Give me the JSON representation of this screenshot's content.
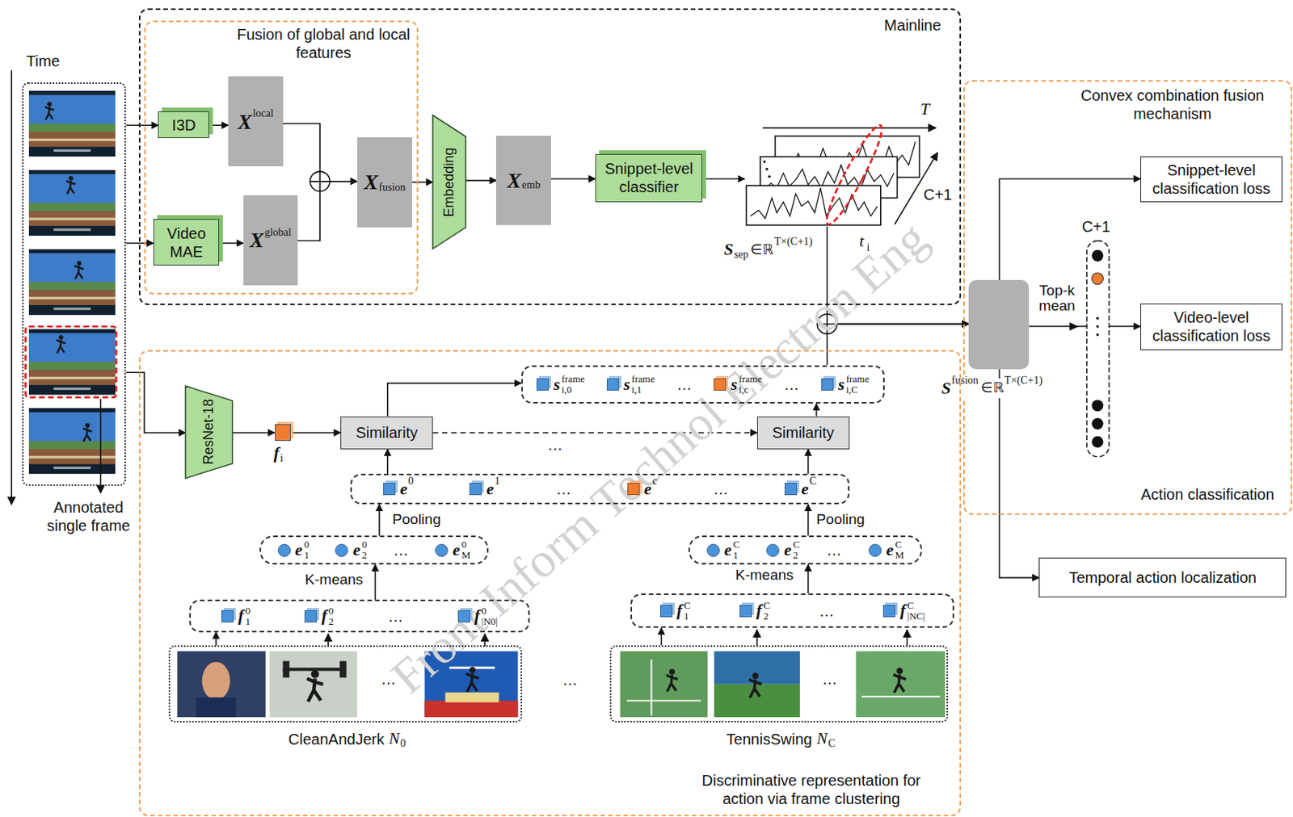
{
  "diagram": {
    "nodes": [
      {
        "text": [
          "Annotated single frame"
        ]
      },
      {
        "text": [
          "Mainline"
        ]
      },
      {
        "text": [
          "Fusion of global and local features"
        ],
        "in": 1
      },
      {
        "text": [
          "I3D"
        ],
        "in": 2
      },
      {
        "text": [
          "X",
          "local"
        ],
        "in": 2
      },
      {
        "text": [
          "Video MAE"
        ],
        "in": 2
      },
      {
        "text": [
          "X",
          "global"
        ],
        "in": 2
      },
      {
        "text": [
          "X",
          "fusion"
        ],
        "in": 2
      },
      {
        "text": [
          "Embedding"
        ],
        "in": 1
      },
      {
        "text": [
          "X",
          "emb"
        ],
        "in": 1
      },
      {
        "text": [
          "Snippet-level classifier"
        ],
        "in": 1
      },
      {
        "text": [
          "S",
          "sep",
          "∈ℝ",
          "T×(C+1)"
        ],
        "in": 1
      },
      {
        "text": [
          "Convex combination fusion mechanism",
          "Action classification"
        ]
      },
      {
        "text": [
          "Snippet-level classification loss"
        ],
        "in": 12
      },
      {
        "text": [
          "S",
          "fusion",
          "∈ℝ",
          "T×(C+1)"
        ],
        "in": 12
      },
      {
        "text": [
          "Video-level classification loss"
        ],
        "in": 12
      },
      {
        "text": [
          "Temporal action localization"
        ]
      },
      {
        "text": [
          "Discriminative representation for action via frame clustering"
        ]
      },
      {
        "text": [
          "ResNet-18"
        ],
        "in": 17
      },
      {
        "text": [
          "f",
          "i"
        ],
        "in": 17
      },
      {
        "text": [
          "Similarity"
        ],
        "in": 17
      },
      {
        "text": [
          "Similarity"
        ],
        "in": 17
      },
      {
        "text": [
          "s",
          "frame",
          "i,0",
          "s",
          "frame",
          "i,1",
          "…",
          "s",
          "frame",
          "i,c",
          "…",
          "s",
          "frame",
          "i,C"
        ],
        "in": 17
      },
      {
        "text": [
          "e",
          "0",
          "e",
          "1",
          "…",
          "e",
          "c",
          "…",
          "e",
          "C"
        ],
        "in": 17
      },
      {
        "text": [
          "e",
          "0",
          "1",
          "e",
          "0",
          "2",
          "…",
          "e",
          "0",
          "M"
        ],
        "in": 17
      },
      {
        "text": [
          "e",
          "C",
          "1",
          "e",
          "C",
          "2",
          "…",
          "e",
          "C",
          "M"
        ],
        "in": 17
      },
      {
        "text": [
          "f",
          "0",
          "1",
          "f",
          "0",
          "2",
          "…",
          "f",
          "0",
          "|N0|"
        ],
        "in": 17
      },
      {
        "text": [
          "f",
          "C",
          "1",
          "f",
          "C",
          "2",
          "…",
          "f",
          "C",
          "|NC|"
        ],
        "in": 17
      },
      {
        "text": [
          "…",
          "CleanAndJerk",
          "N",
          "0"
        ],
        "in": 17
      },
      {
        "text": [
          "…",
          "TennisSwing",
          "N",
          "C"
        ],
        "in": 17
      }
    ],
    "edges": [
      {
        "from": 0,
        "to": 3,
        "arrow": "to"
      },
      {
        "from": 0,
        "to": 5,
        "arrow": "to"
      },
      {
        "from": 0,
        "to": 18,
        "arrow": "to"
      },
      {
        "from": 3,
        "to": 4,
        "arrow": "to"
      },
      {
        "from": 5,
        "to": 6,
        "arrow": "to"
      },
      {
        "from": 4,
        "to": 7,
        "arrow": "to"
      },
      {
        "from": 6,
        "to": 7,
        "arrow": "to"
      },
      {
        "from": 7,
        "to": 8,
        "arrow": "to"
      },
      {
        "from": 8,
        "to": 9,
        "arrow": "to"
      },
      {
        "from": 9,
        "to": 10,
        "arrow": "to"
      },
      {
        "from": 10,
        "to": 11,
        "arrow": "to"
      },
      {
        "from": 11,
        "to": 14,
        "arrow": "to"
      },
      {
        "from": 22,
        "to": 14,
        "arrow": "to"
      },
      {
        "from": 14,
        "to": 13,
        "arrow": "to"
      },
      {
        "from": 14,
        "to": 15,
        "label": "Top-k mean",
        "arrow": "to"
      },
      {
        "from": 14,
        "to": 16,
        "arrow": "to"
      },
      {
        "from": 18,
        "to": 19,
        "arrow": "to"
      },
      {
        "from": 19,
        "to": 20,
        "arrow": "to"
      },
      {
        "from": 20,
        "to": 22,
        "arrow": "to"
      },
      {
        "from": 20,
        "to": 21,
        "arrow": "to"
      },
      {
        "from": 21,
        "to": 22,
        "arrow": "to"
      },
      {
        "from": 23,
        "to": 20,
        "arrow": "to"
      },
      {
        "from": 23,
        "to": 21,
        "arrow": "to"
      },
      {
        "from": 24,
        "to": 23,
        "label": "Pooling",
        "arrow": "to"
      },
      {
        "from": 25,
        "to": 23,
        "label": "Pooling",
        "arrow": "to"
      },
      {
        "from": 26,
        "to": 24,
        "label": "K-means",
        "arrow": "to"
      },
      {
        "from": 27,
        "to": 25,
        "label": "K-means",
        "arrow": "to"
      },
      {
        "from": 28,
        "to": 26,
        "arrow": "to"
      },
      {
        "from": 29,
        "to": 27,
        "arrow": "to"
      }
    ],
    "labels": [
      "Time",
      "T",
      "C+1",
      "t",
      "i",
      "…",
      "…",
      "C+1",
      "Front Inform Technol Electron Eng"
    ]
  }
}
